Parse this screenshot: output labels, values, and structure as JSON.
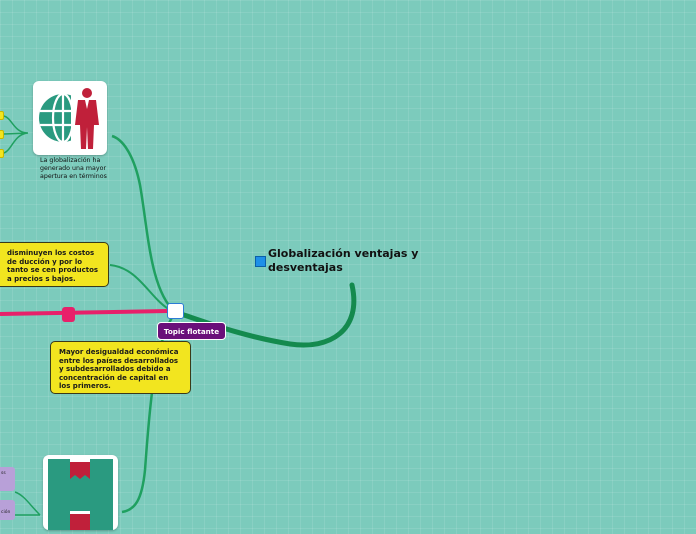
{
  "central_topic": {
    "title": "Globalización ventajas y desventajas"
  },
  "topics": {
    "globalizacion_caption": "La globalización ha generado una mayor apertura en términos",
    "costos": "disminuyen los costos de ducción y por lo tanto se cen productos a precios s bajos.",
    "desigualdad": "Mayor desigualdad económica entre los países desarrollados y subdesarrollados debido a concentración de capital en los primeros.",
    "floating": "Topic flotante"
  },
  "edge_chips": {
    "purple_top": "ss",
    "purple_bottom": "ción"
  },
  "icons": {
    "globe_person": "globe-businessman-icon",
    "bookmarks": "bookmark-icon"
  },
  "colors": {
    "background": "#7ccbbc",
    "branch_green": "#148a4e",
    "topic_yellow": "#f2e51f",
    "floating_purple": "#6a0f7a",
    "pink_relation": "#e8206a",
    "central_marker": "#1e90e8"
  }
}
